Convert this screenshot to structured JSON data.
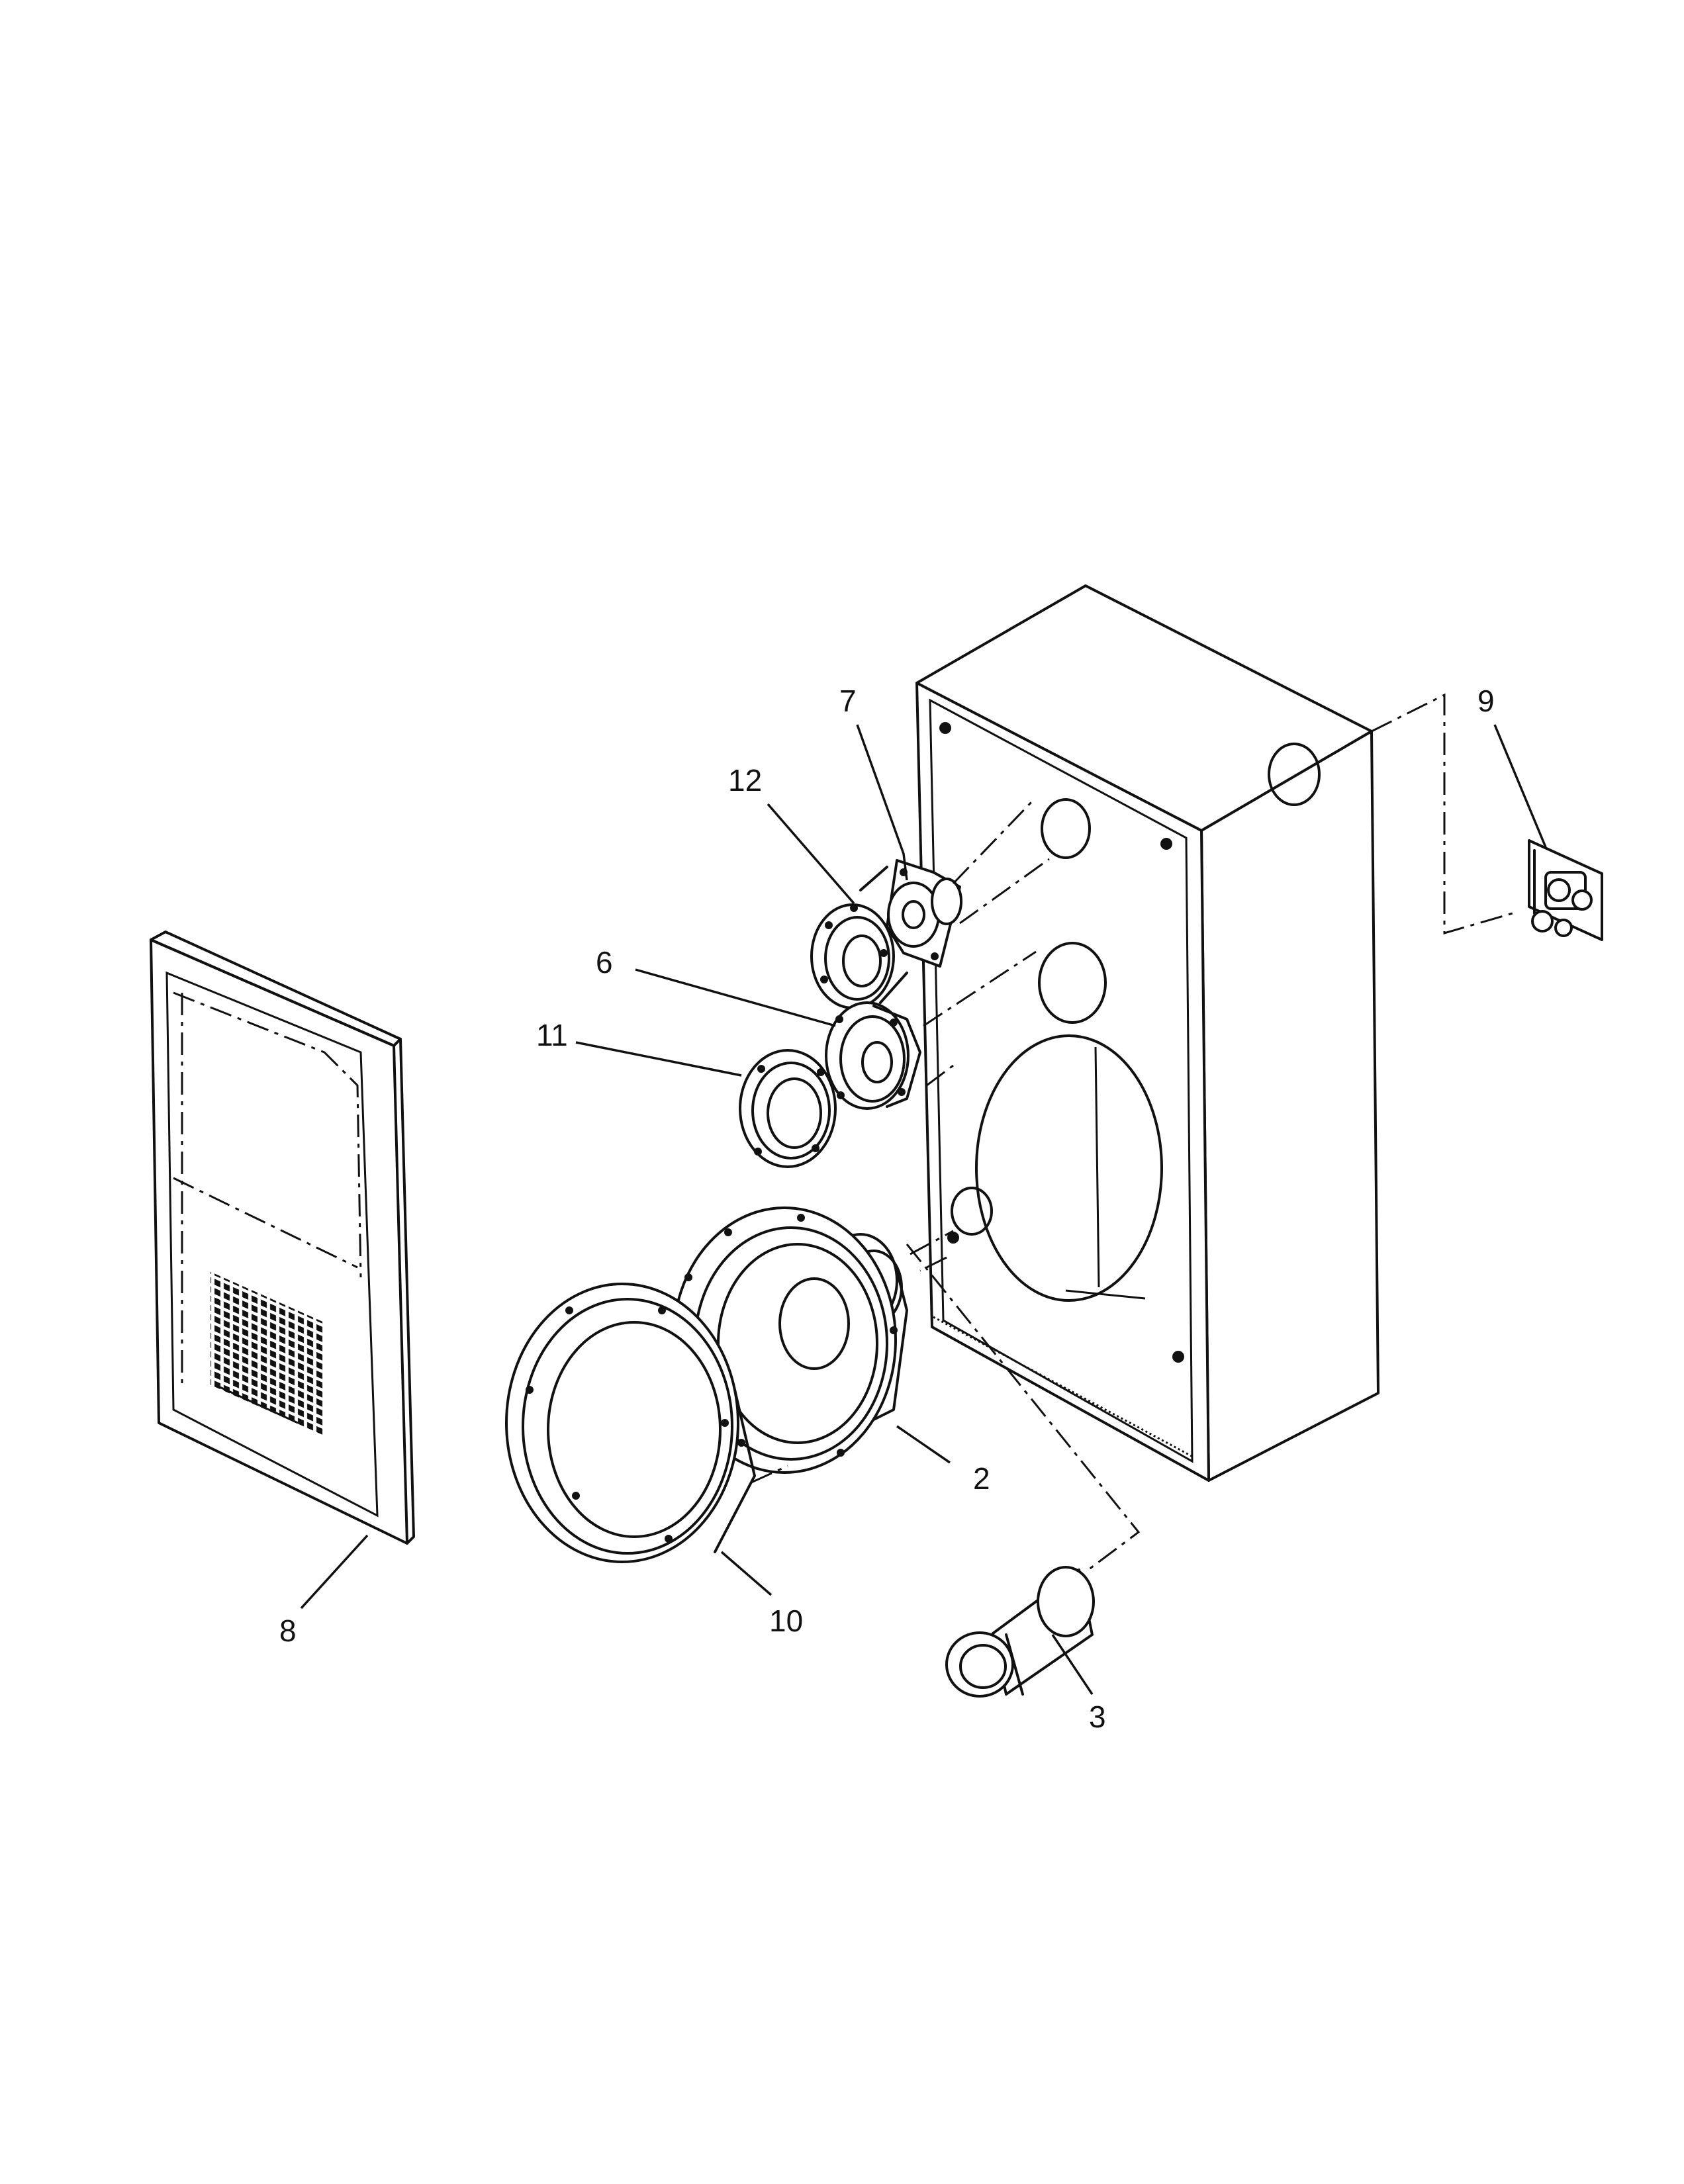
{
  "diagram": {
    "callouts": [
      {
        "id": "2",
        "text": "2"
      },
      {
        "id": "3",
        "text": "3"
      },
      {
        "id": "6",
        "text": "6"
      },
      {
        "id": "7",
        "text": "7"
      },
      {
        "id": "8",
        "text": "8"
      },
      {
        "id": "9",
        "text": "9"
      },
      {
        "id": "10",
        "text": "10"
      },
      {
        "id": "11",
        "text": "11"
      },
      {
        "id": "12",
        "text": "12"
      }
    ]
  }
}
